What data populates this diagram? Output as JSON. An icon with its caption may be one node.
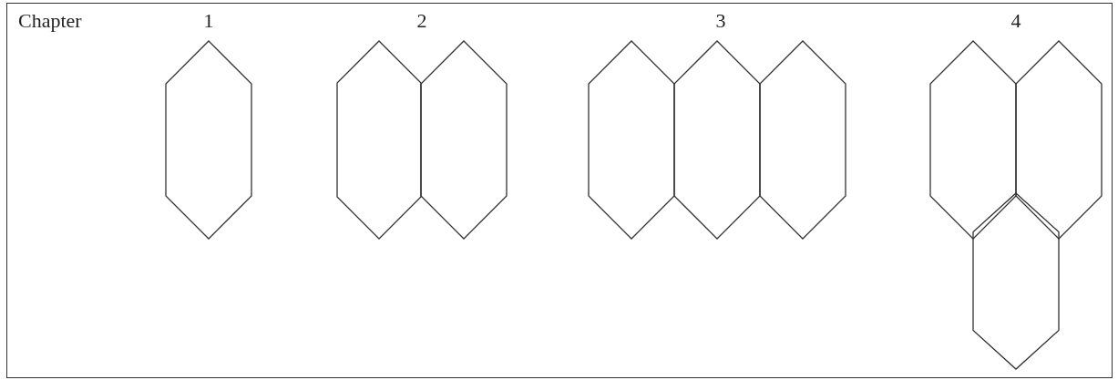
{
  "diagram": {
    "nodes": [
      {
        "text": [],
        "shape": "hexagon"
      },
      {
        "text": [],
        "shape": "hexagon"
      },
      {
        "text": [],
        "shape": "hexagon"
      },
      {
        "text": [],
        "shape": "hexagon"
      },
      {
        "text": [],
        "shape": "hexagon"
      },
      {
        "text": [],
        "shape": "hexagon"
      },
      {
        "text": [],
        "shape": "hexagon"
      },
      {
        "text": [],
        "shape": "hexagon"
      },
      {
        "text": [],
        "shape": "hexagon"
      }
    ],
    "labels": [
      "Chapter",
      "1",
      "2",
      "3",
      "4"
    ]
  }
}
